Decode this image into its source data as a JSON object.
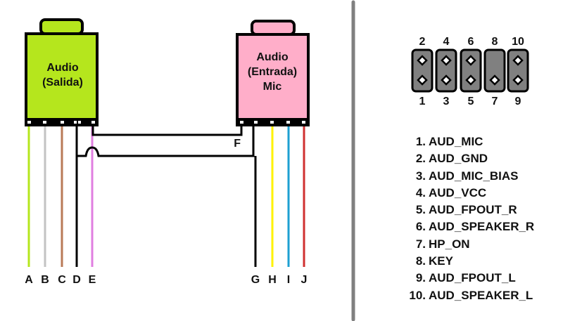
{
  "left_connector": {
    "title_line1": "Audio",
    "title_line2": "(Salida)",
    "color": "#b5e61d"
  },
  "right_connector": {
    "title_line1": "Audio",
    "title_line2": "(Entrada)",
    "title_line3": "Mic",
    "color": "#ffaec9"
  },
  "wires": [
    {
      "label": "A",
      "color": "#b5e61d"
    },
    {
      "label": "B",
      "color": "#c3c3c3"
    },
    {
      "label": "C",
      "color": "#b97a57"
    },
    {
      "label": "D",
      "color": "#000000"
    },
    {
      "label": "E",
      "color": "#e07ee0"
    },
    {
      "label": "G",
      "color": "#000000"
    },
    {
      "label": "H",
      "color": "#fff200"
    },
    {
      "label": "I",
      "color": "#1ea0d2"
    },
    {
      "label": "J",
      "color": "#d03030"
    }
  ],
  "junction_label": "F",
  "header": {
    "top_pins": [
      "2",
      "4",
      "6",
      "8",
      "10"
    ],
    "bottom_pins": [
      "1",
      "3",
      "5",
      "7",
      "9"
    ],
    "missing_pin": "8"
  },
  "pinout": [
    {
      "num": "1.",
      "name": "AUD_MIC"
    },
    {
      "num": "2.",
      "name": "AUD_GND"
    },
    {
      "num": "3.",
      "name": "AUD_MIC_BIAS"
    },
    {
      "num": "4.",
      "name": "AUD_VCC"
    },
    {
      "num": "5.",
      "name": "AUD_FPOUT_R"
    },
    {
      "num": "6.",
      "name": "AUD_SPEAKER_R"
    },
    {
      "num": "7.",
      "name": "HP_ON"
    },
    {
      "num": "8.",
      "name": "KEY"
    },
    {
      "num": "9.",
      "name": "AUD_FPOUT_L"
    },
    {
      "num": "10.",
      "name": "AUD_SPEAKER_L"
    }
  ]
}
